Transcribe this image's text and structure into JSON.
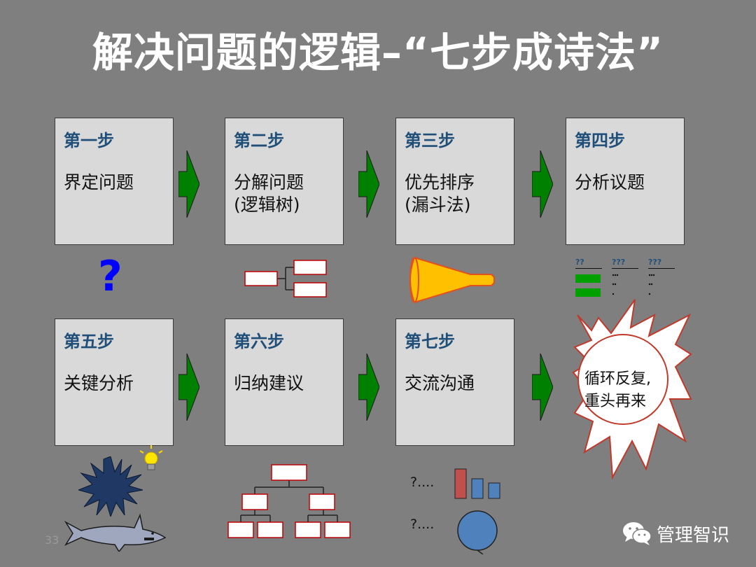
{
  "title": "解决问题的逻辑–“七步成诗法”",
  "steps": [
    {
      "label": "第一步",
      "desc_1": "界定问题",
      "desc_2": ""
    },
    {
      "label": "第二步",
      "desc_1": "分解问题",
      "desc_2": "(逻辑树)"
    },
    {
      "label": "第三步",
      "desc_1": "优先排序",
      "desc_2": "(漏斗法)"
    },
    {
      "label": "第四步",
      "desc_1": "分析议题",
      "desc_2": ""
    },
    {
      "label": "第五步",
      "desc_1": "关键分析",
      "desc_2": ""
    },
    {
      "label": "第六步",
      "desc_1": "归纳建议",
      "desc_2": ""
    },
    {
      "label": "第七步",
      "desc_1": "交流沟通",
      "desc_2": ""
    }
  ],
  "loop": {
    "line_1": "循环反复,",
    "line_2": "重头再来"
  },
  "question_mark": "?",
  "issue_marks": {
    "a": "??",
    "b": "???",
    "c": "???"
  },
  "analysis_prompts": {
    "q1": "?....",
    "q2": "?...."
  },
  "page_number": "33",
  "watermark": "管理智识",
  "colors": {
    "arrow": "#008000",
    "step_label": "#1f4e79",
    "question": "#0000ff"
  }
}
